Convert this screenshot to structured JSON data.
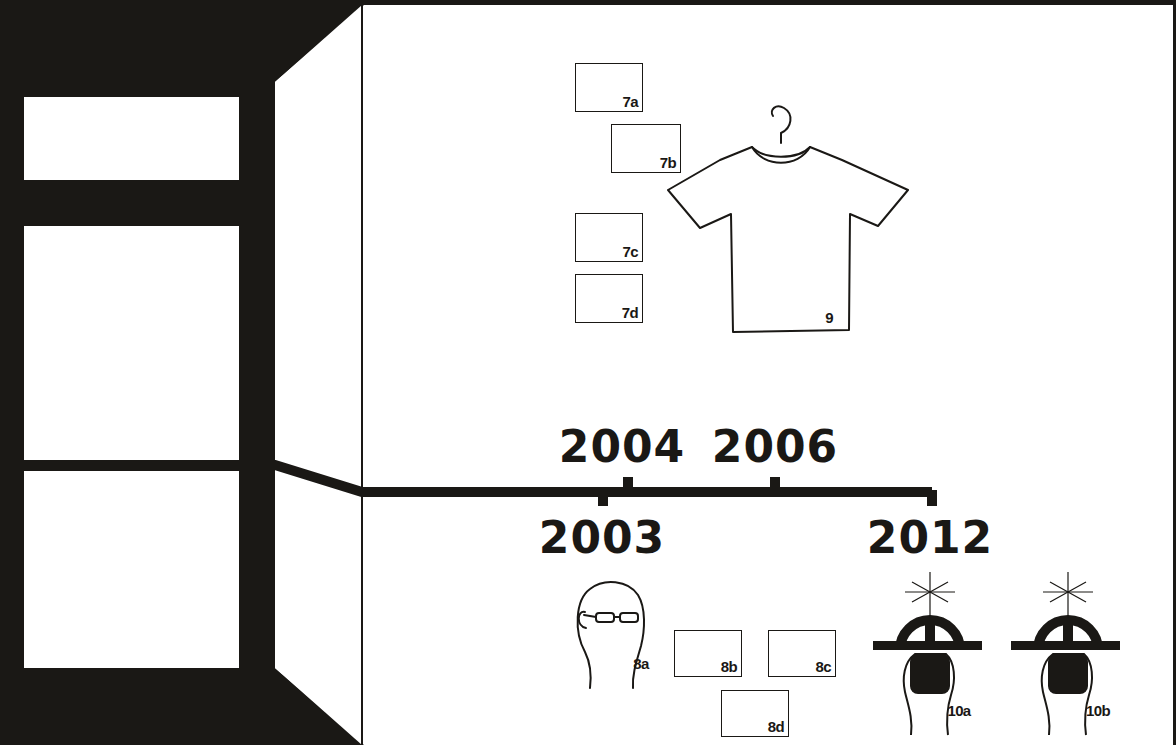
{
  "diagram": {
    "nodes": [
      {
        "text": [
          "7a"
        ]
      },
      {
        "text": [
          "7b"
        ]
      },
      {
        "text": [
          "7c"
        ]
      },
      {
        "text": [
          "7d"
        ]
      },
      {
        "text": [
          "8b"
        ]
      },
      {
        "text": [
          "8c"
        ]
      },
      {
        "text": [
          "8d"
        ]
      }
    ],
    "labels": [
      "2004",
      "2006",
      "2003",
      "2012",
      "9",
      "8a",
      "10a",
      "10b"
    ]
  }
}
